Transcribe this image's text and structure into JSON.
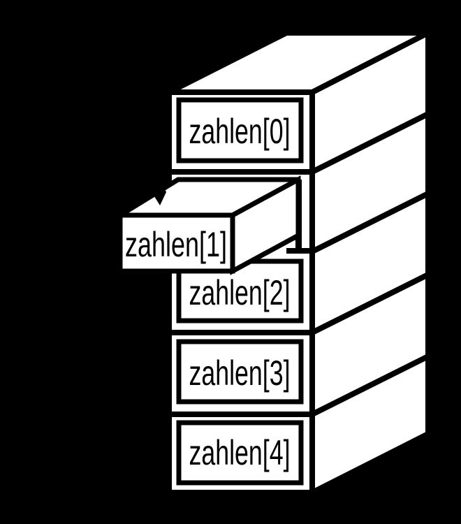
{
  "diagram": {
    "kind": "array-visualization-filing-cabinet",
    "array_name": "zahlen",
    "colors": {
      "background": "#000000",
      "cabinet_face": "#ffffff",
      "outline": "#000000",
      "text": "#000000",
      "arrow": "#000000"
    },
    "drawers": [
      {
        "label": "zahlen[0]",
        "state": "closed"
      },
      {
        "label": "zahlen[1]",
        "state": "open"
      },
      {
        "label": "zahlen[2]",
        "state": "closed"
      },
      {
        "label": "zahlen[3]",
        "state": "closed"
      },
      {
        "label": "zahlen[4]",
        "state": "closed"
      }
    ]
  }
}
